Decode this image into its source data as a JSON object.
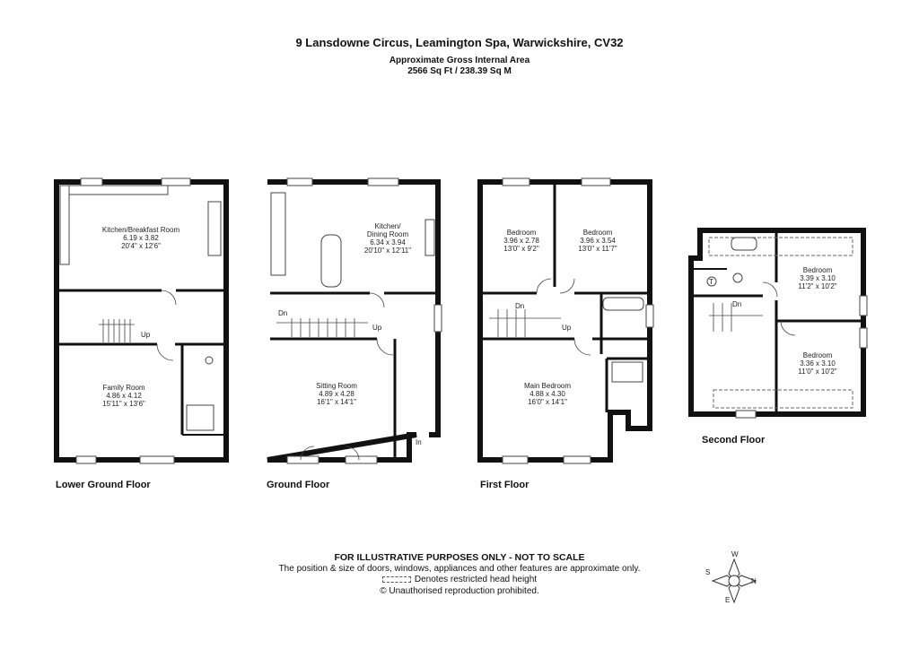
{
  "header": {
    "address": "9 Lansdowne Circus, Leamington Spa, Warwickshire, CV32",
    "area_label": "Approximate Gross Internal Area",
    "area_value": "2566 Sq Ft / 238.39 Sq M"
  },
  "floors": {
    "lower": {
      "label": "Lower Ground Floor",
      "kitchen": {
        "name": "Kitchen/Breakfast Room",
        "metric": "6.19 x 3.82",
        "imperial": "20'4\" x 12'6\""
      },
      "family": {
        "name": "Family Room",
        "metric": "4.86 x 4.12",
        "imperial": "15'11\" x 13'6\""
      },
      "up": "Up"
    },
    "ground": {
      "label": "Ground Floor",
      "kitchen": {
        "name1": "Kitchen/",
        "name2": "Dining Room",
        "metric": "6.34 x 3.94",
        "imperial": "20'10\" x 12'11\""
      },
      "sitting": {
        "name": "Sitting Room",
        "metric": "4.89 x 4.28",
        "imperial": "16'1\" x 14'1\""
      },
      "dn": "Dn",
      "up": "Up",
      "in": "In"
    },
    "first": {
      "label": "First Floor",
      "bed1": {
        "name": "Bedroom",
        "metric": "3.96 x 2.78",
        "imperial": "13'0\" x 9'2\""
      },
      "bed2": {
        "name": "Bedroom",
        "metric": "3.96 x 3.54",
        "imperial": "13'0\" x 11'7\""
      },
      "main": {
        "name": "Main Bedroom",
        "metric": "4.88 x 4.30",
        "imperial": "16'0\" x 14'1\""
      },
      "dn": "Dn",
      "up": "Up"
    },
    "second": {
      "label": "Second Floor",
      "bed1": {
        "name": "Bedroom",
        "metric": "3.39 x 3.10",
        "imperial": "11'2\" x 10'2\""
      },
      "bed2": {
        "name": "Bedroom",
        "metric": "3.36 x 3.10",
        "imperial": "11'0\" x 10'2\""
      },
      "dn": "Dn",
      "t": "T"
    }
  },
  "footer": {
    "disclaimer": "FOR ILLUSTRATIVE PURPOSES ONLY - NOT TO SCALE",
    "note": "The position & size of doors, windows, appliances and other features are approximate only.",
    "legend": "Denotes restricted head height",
    "copyright": "© Unauthorised reproduction prohibited."
  },
  "compass": {
    "n": "N",
    "s": "S",
    "e": "E",
    "w": "W"
  }
}
